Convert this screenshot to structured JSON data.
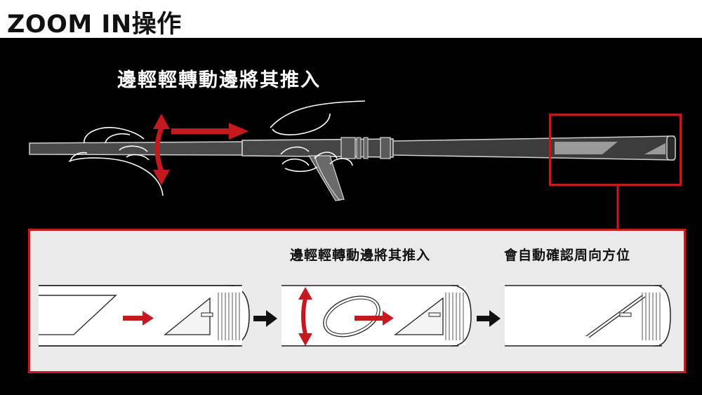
{
  "title": "ZOOM IN操作",
  "instruction": "邊輕輕轉動邊將其推入",
  "steps": [
    {
      "label": ""
    },
    {
      "label": "邊輕輕轉動邊將其推入"
    },
    {
      "label": "會自動確認周向方位"
    }
  ],
  "colors": {
    "accent": "#c4191f",
    "background": "#000000",
    "panel": "#eaeaea"
  }
}
